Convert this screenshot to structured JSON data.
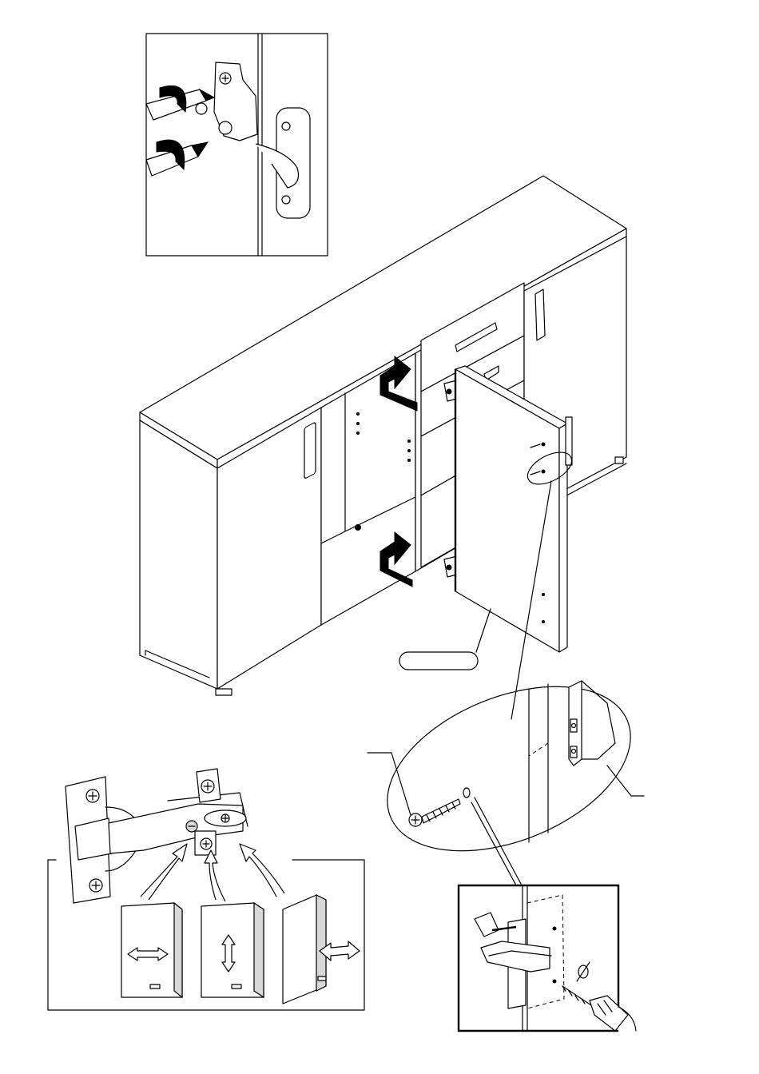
{
  "figure": {
    "kind": "furniture-assembly-instruction",
    "label_placeholder_text": "",
    "colors": {
      "line": "#000000",
      "fill": "#ffffff",
      "shade": "#d8d8d8"
    }
  },
  "panels": {
    "hinge_screw_inset": {
      "icon": "screwdriver-icon"
    },
    "cabinet_assembly": {
      "icon": "cabinet-icon"
    },
    "handle_screw_detail": {
      "icon": "screw-icon"
    },
    "hinge_adjustment": {
      "options": [
        "left-right",
        "up-down",
        "in-out"
      ]
    },
    "handle_mount_detail": {
      "icon": "drill-icon"
    }
  }
}
